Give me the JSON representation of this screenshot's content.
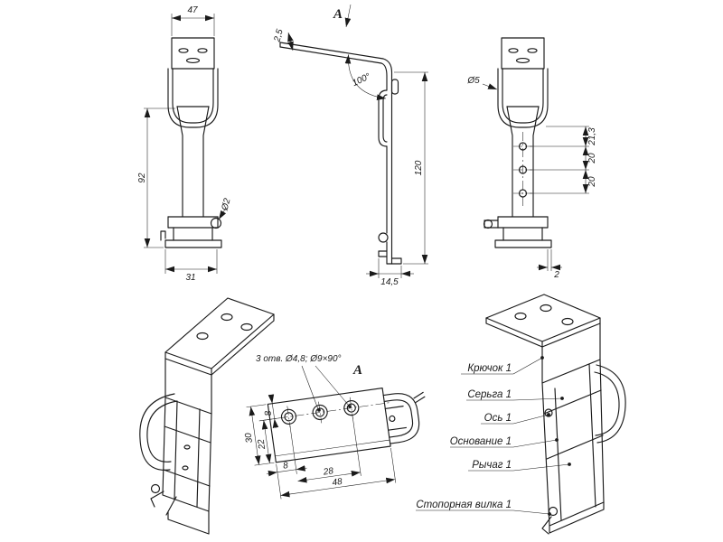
{
  "page": {
    "background": "#ffffff",
    "line_color": "#1a1a1a"
  },
  "views": {
    "front": {
      "dim_top_width": "47",
      "dim_height": "92",
      "dim_base_width": "31",
      "dim_wire_dia": "Ø2"
    },
    "side": {
      "view_arrow_label": "A",
      "dim_thickness": "2,5",
      "dim_bend_angle": "100°",
      "dim_height": "120",
      "dim_foot_width": "14,5"
    },
    "rear": {
      "dim_wire_dia": "Ø5",
      "dim_hole_top": "21,3",
      "dim_hole_pitch_1": "20",
      "dim_hole_pitch_2": "20",
      "dim_flange_thk": "2"
    },
    "detail": {
      "view_label": "А",
      "holes_note": "3 отв. Ø4,8; Ø9×90°",
      "dim_depth": "30",
      "dim_hole_to_front": "22",
      "dim_hole_to_back": "8",
      "dim_hole_edge": "8",
      "dim_hole_span": "28",
      "dim_length": "48"
    },
    "iso_labeled": {
      "labels": [
        "Крючок 1",
        "Серьга 1",
        "Ось 1",
        "Основание 1",
        "Рычаг 1",
        "Стопорная вилка 1"
      ]
    }
  }
}
